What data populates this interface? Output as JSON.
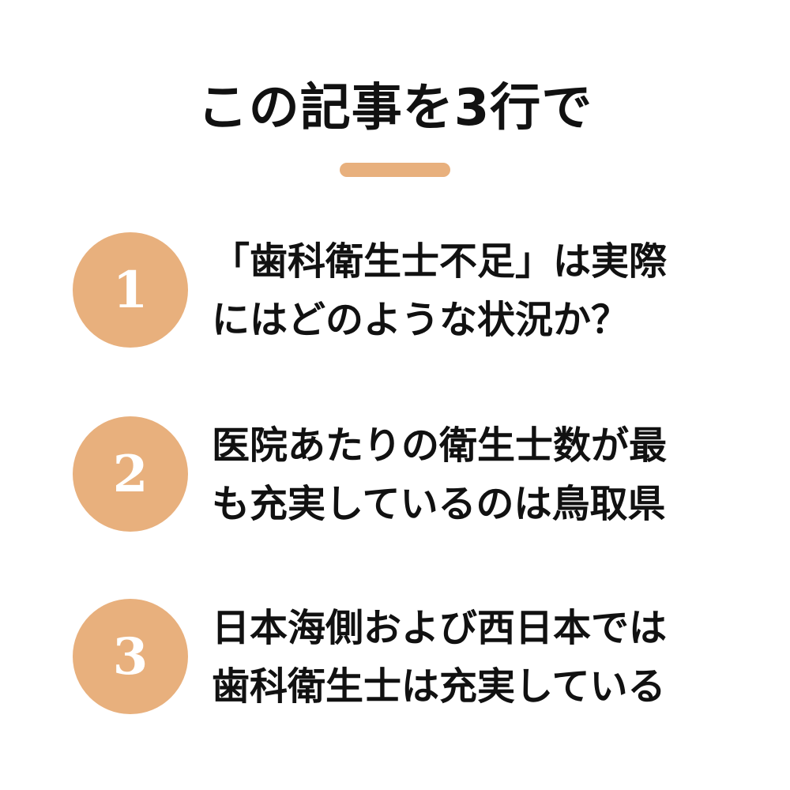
{
  "title": "この記事を3行で",
  "colors": {
    "accent": "#E8B07D",
    "text": "#111111",
    "background": "#FFFFFF"
  },
  "items": [
    {
      "number": "1",
      "lines": [
        "「歯科衛生士不足」は実際",
        "にはどのような状況か？"
      ]
    },
    {
      "number": "2",
      "lines": [
        "医院あたりの衛生士数が最",
        "も充実しているのは鳥取県"
      ]
    },
    {
      "number": "3",
      "lines": [
        "日本海側および西日本では",
        "歯科衛生士は充実している"
      ]
    }
  ]
}
